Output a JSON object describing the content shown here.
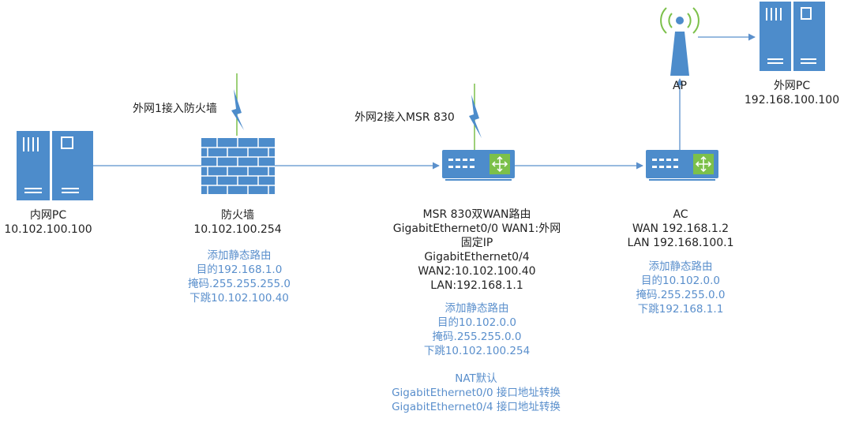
{
  "colors": {
    "device": "#4d8ccb",
    "line": "#5b90cc",
    "antenna": "#7cc04a",
    "note": "#5a8fcc"
  },
  "nodes": {
    "intranet_pc": {
      "name": "内网PC",
      "ip": "10.102.100.100",
      "icon": "server-icon"
    },
    "firewall": {
      "name": "防火墙",
      "ip": "10.102.100.254",
      "icon": "firewall-icon",
      "link_note": "外网1接入防火墙"
    },
    "router": {
      "icon": "router-icon",
      "link_note": "外网2接入MSR 830",
      "lines": [
        "MSR 830双WAN路由",
        "GigabitEthernet0/0  WAN1:外网",
        "固定IP",
        "GigabitEthernet0/4",
        "WAN2:10.102.100.40",
        "LAN:192.168.1.1"
      ]
    },
    "ac": {
      "icon": "access-controller-icon",
      "lines": [
        "AC",
        "WAN 192.168.1.2",
        "LAN 192.168.100.1"
      ]
    },
    "ap": {
      "name": "AP",
      "icon": "wireless-ap-icon"
    },
    "extranet_pc": {
      "name": "外网PC",
      "ip": "192.168.100.100",
      "icon": "server-icon"
    }
  },
  "notes": {
    "firewall_route": [
      "添加静态路由",
      "目的192.168.1.0",
      "掩码.255.255.255.0",
      "下跳10.102.100.40"
    ],
    "router_route": [
      "添加静态路由",
      "目的10.102.0.0",
      "掩码.255.255.0.0",
      "下跳10.102.100.254"
    ],
    "router_nat": [
      "NAT默认",
      "GigabitEthernet0/0 接口地址转换",
      "GigabitEthernet0/4 接口地址转换"
    ],
    "ac_route": [
      "添加静态路由",
      "目的10.102.0.0",
      "掩码.255.255.0.0",
      "下跳192.168.1.1"
    ]
  }
}
